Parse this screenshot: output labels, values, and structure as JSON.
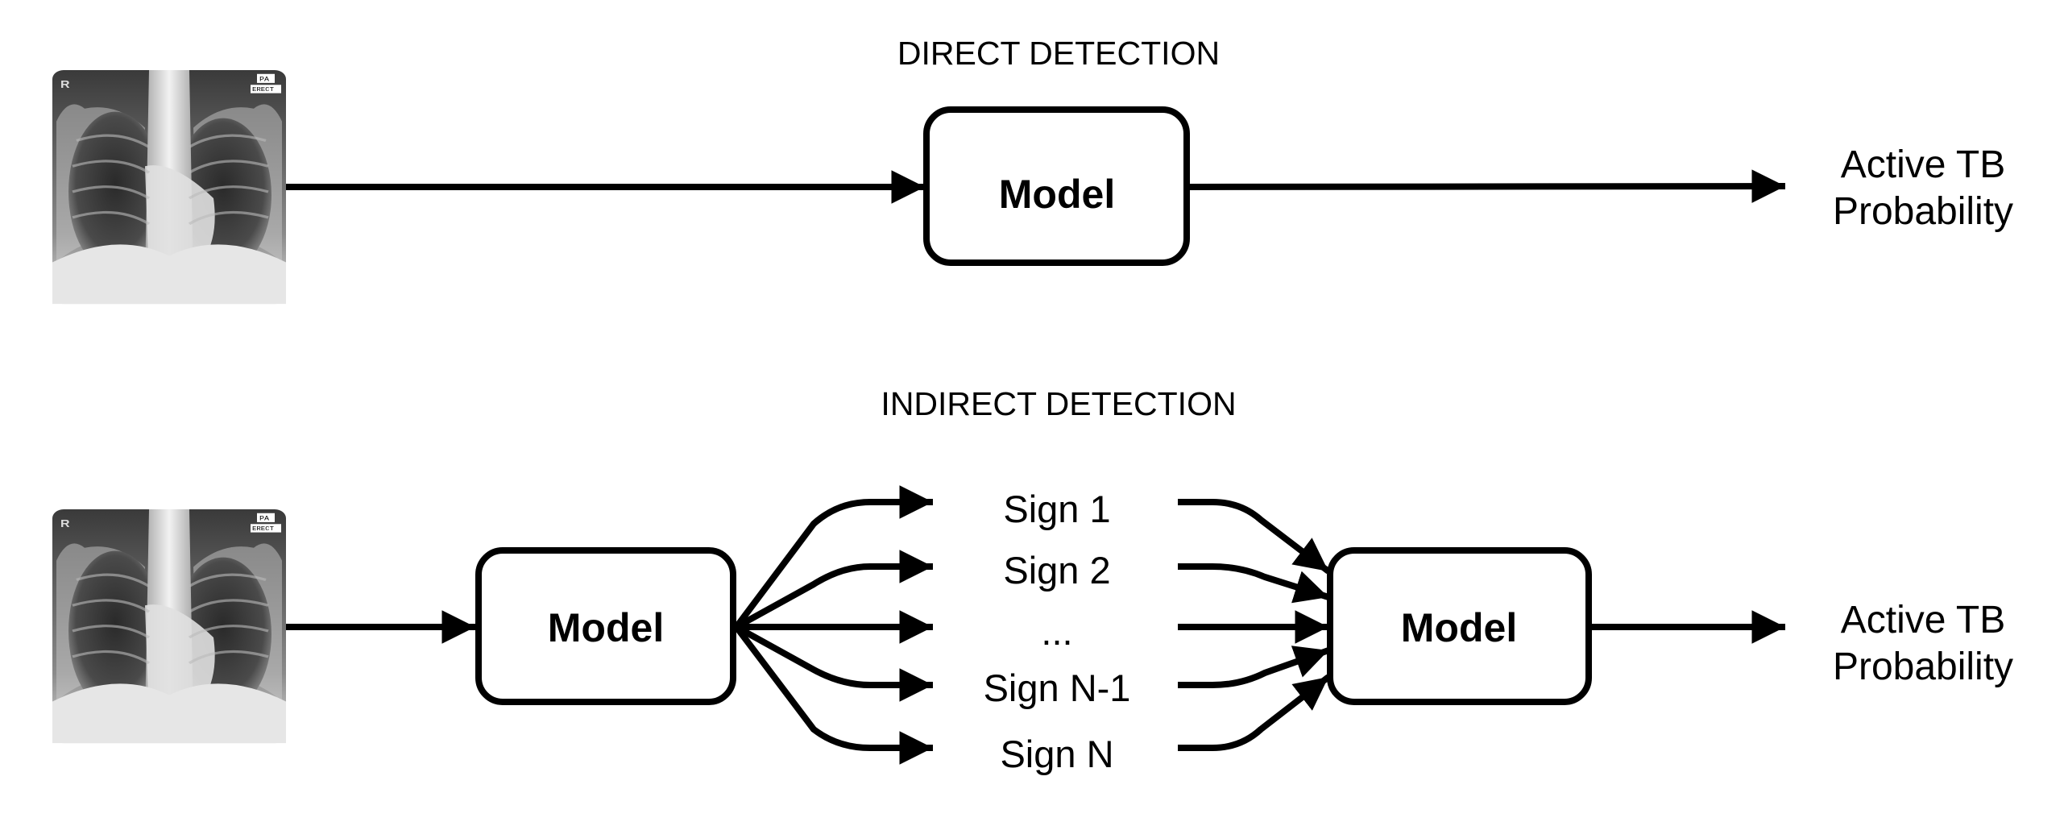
{
  "direct": {
    "title": "DIRECT DETECTION",
    "model_label": "Model",
    "output_line1": "Active TB",
    "output_line2": "Probability",
    "xray_marks": {
      "side": "R",
      "view": "PA",
      "position": "ERECT"
    }
  },
  "indirect": {
    "title": "INDIRECT DETECTION",
    "model1_label": "Model",
    "model2_label": "Model",
    "signs": [
      "Sign 1",
      "Sign 2",
      "...",
      "Sign N-1",
      "Sign N"
    ],
    "output_line1": "Active TB",
    "output_line2": "Probability",
    "xray_marks": {
      "side": "R",
      "view": "PA",
      "position": "ERECT"
    }
  }
}
